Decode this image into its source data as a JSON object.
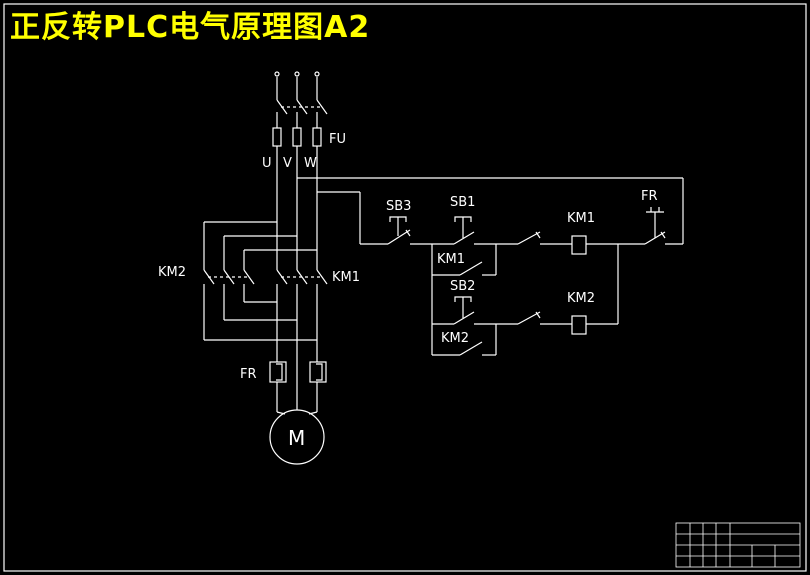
{
  "title": "正反转PLC电气原理图A2",
  "colors": {
    "background": "#000000",
    "line": "#ffffff",
    "title": "#ffff00"
  },
  "labels": {
    "fuse": "FU",
    "phase_u": "U",
    "phase_v": "V",
    "phase_w": "W",
    "km2_main": "KM2",
    "km1_main": "KM1",
    "fr_main": "FR",
    "motor": "M",
    "sb3": "SB3",
    "sb1": "SB1",
    "km1_coil": "KM1",
    "fr_ctrl": "FR",
    "km1_aux": "KM1",
    "sb2": "SB2",
    "km2_coil": "KM2",
    "km2_aux": "KM2"
  }
}
